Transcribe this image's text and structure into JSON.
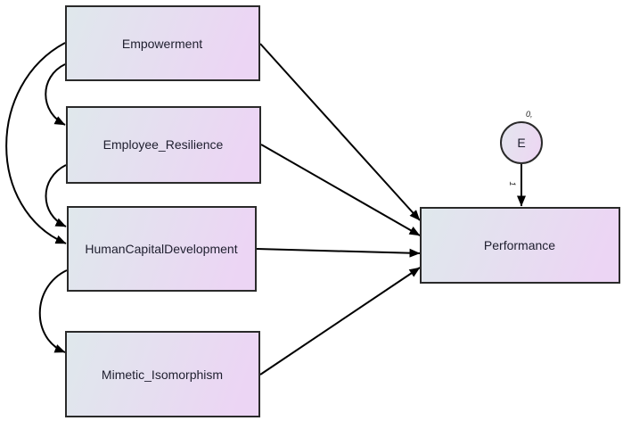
{
  "diagram": {
    "type": "structural-equation-path-diagram",
    "colors": {
      "box_left": "#dfe8ec",
      "box_right": "#ecd5f4",
      "circle_left": "#e3e6ee",
      "circle_right": "#ecd8f2",
      "stroke": "#000000"
    },
    "observed_variables": [
      {
        "id": "empowerment",
        "label": "Empowerment"
      },
      {
        "id": "employee_resilience",
        "label": "Employee_Resilience"
      },
      {
        "id": "hcd",
        "label": "HumanCapitalDevelopment"
      },
      {
        "id": "mimetic",
        "label": "Mimetic_Isomorphism"
      },
      {
        "id": "performance",
        "label": "Performance"
      }
    ],
    "error_terms": [
      {
        "id": "e",
        "label": "E",
        "mean_label": "0,",
        "path_weight_label": "1"
      }
    ],
    "paths": [
      {
        "from": "empowerment",
        "to": "performance"
      },
      {
        "from": "employee_resilience",
        "to": "performance"
      },
      {
        "from": "hcd",
        "to": "performance"
      },
      {
        "from": "mimetic",
        "to": "performance"
      },
      {
        "from": "e",
        "to": "performance"
      }
    ],
    "covariances": [
      [
        "empowerment",
        "employee_resilience"
      ],
      [
        "employee_resilience",
        "hcd"
      ],
      [
        "empowerment",
        "hcd"
      ],
      [
        "hcd",
        "mimetic"
      ]
    ]
  }
}
